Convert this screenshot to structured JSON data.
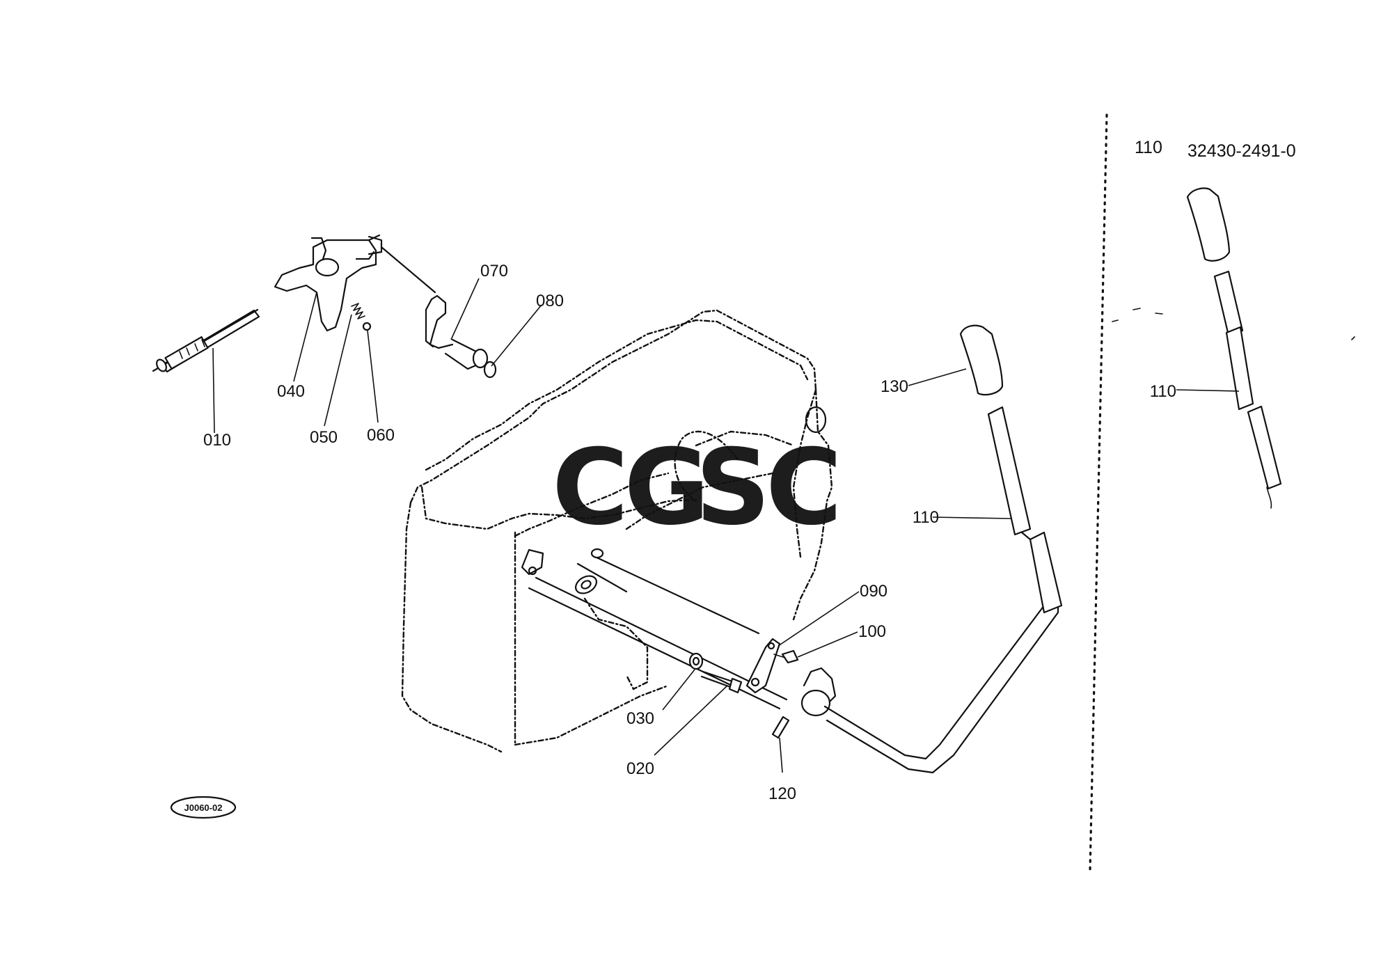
{
  "diagram": {
    "labels": {
      "p010": "010",
      "p020": "020",
      "p030": "030",
      "p040": "040",
      "p050": "050",
      "p060": "060",
      "p070": "070",
      "p080": "080",
      "p090": "090",
      "p100": "100",
      "p110": "110",
      "p120": "120",
      "p130": "130",
      "p110_alt": "110"
    },
    "variant_header": {
      "item": "110",
      "part_number": "32430-2491-0"
    },
    "figure_code": "J0060-02",
    "watermark": {
      "letters": [
        "C",
        "G",
        "S",
        "C"
      ],
      "colors": [
        "#8ab4f8",
        "#f28b82",
        "#fdd663",
        "#81c995"
      ]
    }
  }
}
